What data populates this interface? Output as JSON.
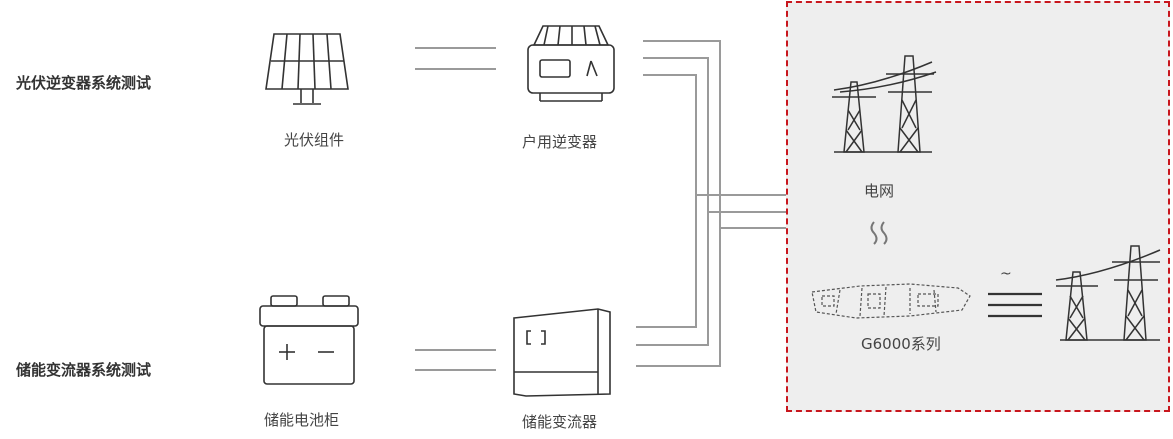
{
  "sections": {
    "pv_test": "光伏逆变器系统测试",
    "storage_test": "储能变流器系统测试"
  },
  "devices": {
    "pv_module": "光伏组件",
    "home_inverter": "户用逆变器",
    "battery_cabinet": "储能电池柜",
    "pcs": "储能变流器",
    "grid": "电网",
    "g6000": "G6000系列"
  },
  "symbols": {
    "ac": "~"
  },
  "colors": {
    "line": "#9a9a9a",
    "dashed_border": "#c8161d",
    "grid_box_bg": "#eeeeee",
    "icon_stroke": "#333333"
  }
}
